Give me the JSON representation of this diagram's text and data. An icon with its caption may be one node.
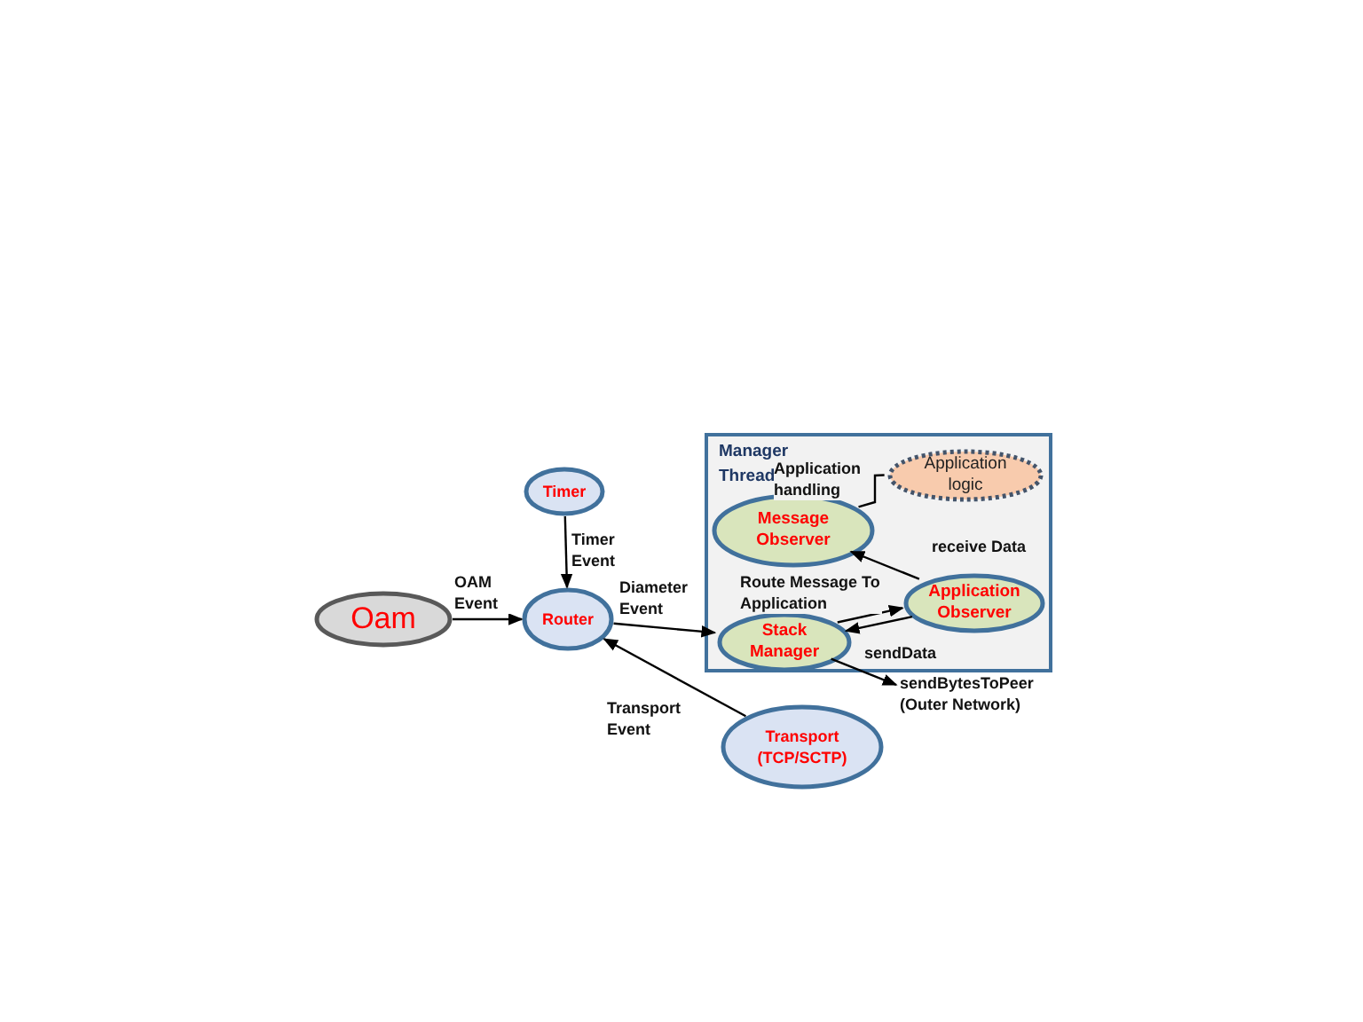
{
  "diagram": {
    "nodes": [
      {
        "text": [
          "Manager Thread"
        ]
      },
      {
        "text": [
          "Timer"
        ]
      },
      {
        "text": [
          "Oam"
        ]
      },
      {
        "text": [
          "Router"
        ]
      },
      {
        "text": [
          "Application logic"
        ],
        "in": 0
      },
      {
        "text": [
          "Message Observer"
        ],
        "in": 0
      },
      {
        "text": [
          "Application Observer"
        ],
        "in": 0
      },
      {
        "text": [
          "Stack Manager"
        ],
        "in": 0
      },
      {
        "text": [
          "Transport (TCP/SCTP)"
        ]
      }
    ],
    "edges": [
      {
        "from": 1,
        "to": 3,
        "arrow": "to",
        "label": "Timer Event"
      },
      {
        "from": 2,
        "to": 3,
        "arrow": "to",
        "label": "OAM Event"
      },
      {
        "from": 3,
        "to": 7,
        "arrow": "to",
        "label": "Diameter Event"
      },
      {
        "from": 8,
        "to": 3,
        "arrow": "to",
        "label": "Transport Event"
      },
      {
        "from": 5,
        "to": 4,
        "arrow": "none",
        "label": "Application handling"
      },
      {
        "from": 6,
        "to": 5,
        "arrow": "to",
        "label": "receive Data"
      },
      {
        "from": 7,
        "to": 6,
        "arrow": "to",
        "label": "Route Message To Application"
      },
      {
        "from": 6,
        "to": 7,
        "arrow": "to",
        "label": "sendData"
      },
      {
        "from": 7,
        "to": null,
        "arrow": "to",
        "label": "sendBytesToPeer (Outer Network)"
      }
    ]
  }
}
